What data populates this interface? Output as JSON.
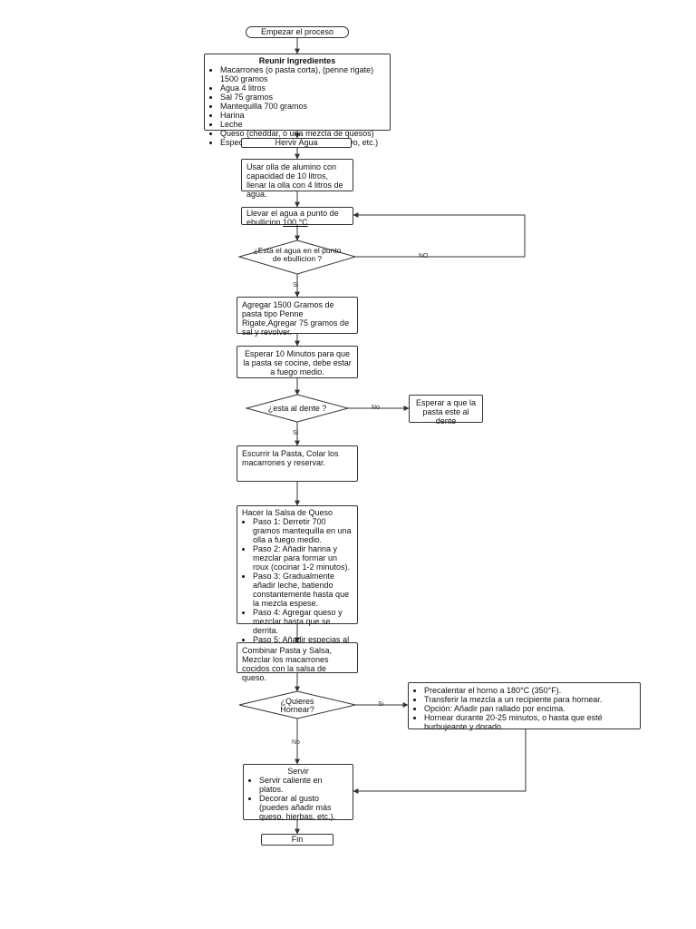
{
  "nodes": {
    "start": "Empezar el proceso",
    "ingredients": {
      "title": "Reunir Ingredientes",
      "items": [
        "Macarrones (o pasta corta), (penne rigate) 1500 gramos",
        "Agua 4 litros",
        "Sal 75 gramos",
        "Mantequilla 700 gramos",
        "Harina",
        "Leche",
        "Queso (cheddar, o una mezcla de quesos)",
        "Especias (pimienta, mostaza en polvo, etc.)"
      ]
    },
    "boil_water": "Hervir Agua",
    "pot": "Usar olla de alumino con capacidad de 10 litros, llenar la olla con 4 litros de agua.",
    "bring_boil": {
      "text": "Llevar el agua a punto de ebullicion",
      "temp": "100 °C"
    },
    "is_boiling": "¿Esta el agua en el punto de ebullicion ?",
    "add_pasta": "Agregar 1500 Gramos de pasta tipo Penne Rigate,Agregar 75 gramos de sal y revolver.",
    "wait": "Esperar 10 Minutos para que la pasta se cocine, debe estar a fuego medio.",
    "al_dente": "¿esta al dente ?",
    "wait_more": "Esperar a que la pasta este al dente",
    "drain": "Escurrir la Pasta, Colar los macarrones y reservar.",
    "sauce": {
      "title": "Hacer la Salsa de Queso",
      "steps": [
        "Paso 1: Derretir 700 gramos  mantequilla en una olla a fuego medio.",
        "Paso 2: Añadir harina y mezclar para formar un roux (cocinar 1-2 minutos).",
        "Paso 3: Gradualmente añadir leche, batiendo constantemente hasta que la mezcla espese.",
        "Paso 4: Agregar queso y mezclar hasta que se derrita.",
        "Paso 5: Añadir especias al gusto."
      ]
    },
    "combine": "Combinar Pasta y Salsa, Mezclar los macarrones cocidos con la salsa de queso.",
    "bake_q": "¿Quieres Hornear?",
    "oven_steps": [
      "Precalentar el horno a 180°C (350°F).",
      "Transferir la mezcla a un recipiente para hornear.",
      "Opción: Añadir pan rallado por encima.",
      "Hornear durante 20-25 minutos, o hasta que esté burbujeante y dorado."
    ],
    "serve": {
      "title": "Servir",
      "items": [
        "Servir caliente en platos.",
        "Decorar al gusto (puedes añadir más queso, hierbas, etc.)."
      ]
    },
    "end": "Fin"
  },
  "edges": {
    "no_boil": "NO",
    "si_boil": "Si",
    "no_dente": "No",
    "si_dente": "Si",
    "si_bake": "Si",
    "no_bake": "No"
  },
  "colors": {
    "stroke": "#333333",
    "background": "#ffffff"
  }
}
